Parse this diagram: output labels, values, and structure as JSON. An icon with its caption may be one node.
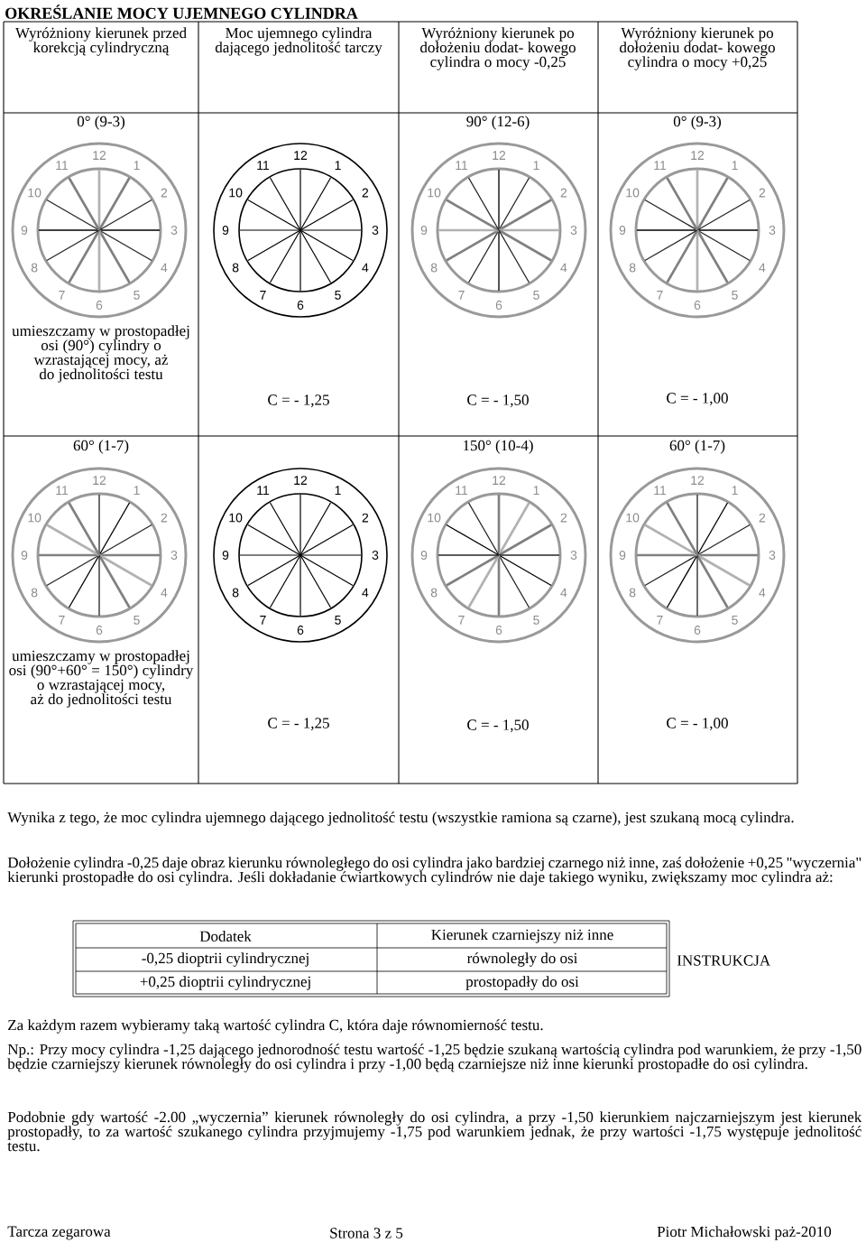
{
  "diagram": {
    "title": "OKREŚLANIE MOCY UJEMNEGO CYLINDRA",
    "nodes": [
      {
        "text": [
          "12",
          "1",
          "2",
          "3",
          "4",
          "5",
          "6",
          "7",
          "8",
          "9",
          "10",
          "11"
        ]
      },
      {
        "text": [
          "12",
          "1",
          "2",
          "3",
          "4",
          "5",
          "6",
          "7",
          "8",
          "9",
          "10",
          "11"
        ]
      },
      {
        "text": [
          "12",
          "1",
          "2",
          "3",
          "4",
          "5",
          "6",
          "7",
          "8",
          "9",
          "10",
          "11"
        ]
      },
      {
        "text": [
          "12",
          "1",
          "2",
          "3",
          "4",
          "5",
          "6",
          "7",
          "8",
          "9",
          "10",
          "11"
        ]
      },
      {
        "text": [
          "12",
          "1",
          "2",
          "3",
          "4",
          "5",
          "6",
          "7",
          "8",
          "9",
          "10",
          "11"
        ]
      },
      {
        "text": [
          "12",
          "1",
          "2",
          "3",
          "4",
          "5",
          "6",
          "7",
          "8",
          "9",
          "10",
          "11"
        ]
      },
      {
        "text": [
          "12",
          "1",
          "2",
          "3",
          "4",
          "5",
          "6",
          "7",
          "8",
          "9",
          "10",
          "11"
        ]
      },
      {
        "text": [
          "12",
          "1",
          "2",
          "3",
          "4",
          "5",
          "6",
          "7",
          "8",
          "9",
          "10",
          "11"
        ]
      }
    ],
    "labels": [
      "Wyróżniony kierunek przed korekcją cylindryczną",
      "Moc ujemnego cylindra dającego jednolitość tarczy",
      "Wyróżniony kierunek po dołożeniu dodat- kowego cylindra o mocy -0,25",
      "Wyróżniony kierunek po dołożeniu dodat- kowego cylindra o mocy +0,25",
      "0° (9-3)",
      "90° (12-6)",
      "0° (9-3)",
      "umieszczamy w prostopadłej osi (90°) cylindry o wzrastającej mocy, aż do jednolitości testu",
      "C = - 1,25",
      "C = - 1,50",
      "C = - 1,00",
      "60° (1-7)",
      "150° (10-4)",
      "60° (1-7)",
      "umieszczamy w prostopadłej osi (90°+60° = 150°) cylindry o wzrastającej mocy, aż do jednolitości testu",
      "C = - 1,25",
      "C = - 1,50",
      "C = - 1,00",
      "Wynika z tego, że moc cylindra ujemnego dającego jednolitość testu (wszystkie ramiona są czarne), jest szukaną mocą cylindra.",
      "Dołożenie cylindra -0,25 daje obraz kierunku równoległego do osi cylindra jako bardziej czarnego niż inne, zaś dołożenie +0,25 \"wyczernia\" kierunki prostopadłe do osi cylindra. Jeśli dokładanie ćwiartkowych cylindrów nie daje takiego wyniku, zwiększamy moc cylindra aż:",
      "Dodatek",
      "Kierunek czarniejszy niż inne",
      "-0,25 dioptrii cylindrycznej",
      "równoległy do osi",
      "+0,25 dioptrii cylindrycznej",
      "prostopadły do osi",
      "INSTRUKCJA",
      "Za każdym razem wybieramy taką wartość cylindra C, która daje równomierność testu.",
      "Np.: Przy mocy cylindra -1,25 dającego jednorodność testu wartość -1,25 będzie szukaną wartością cylindra pod warunkiem, że przy -1,50 będzie czarniejszy kierunek równoległy do osi cylindra i przy -1,00 będą czarniejsze niż inne kierunki prostopadłe do osi cylindra.",
      "Podobnie gdy wartość -2.00 „wyczernia” kierunek równoległy do osi cylindra, a przy -1,50 kierunkiem najczarniejszym jest kierunek prostopadły, to za wartość szukanego cylindra przyjmujemy -1,75 pod warunkiem jednak, że przy wartości -1,75 występuje jednolitość testu.",
      "Tarcza zegarowa",
      "Strona 3 z 5",
      "Piotr Michałowski  paż-2010"
    ]
  }
}
